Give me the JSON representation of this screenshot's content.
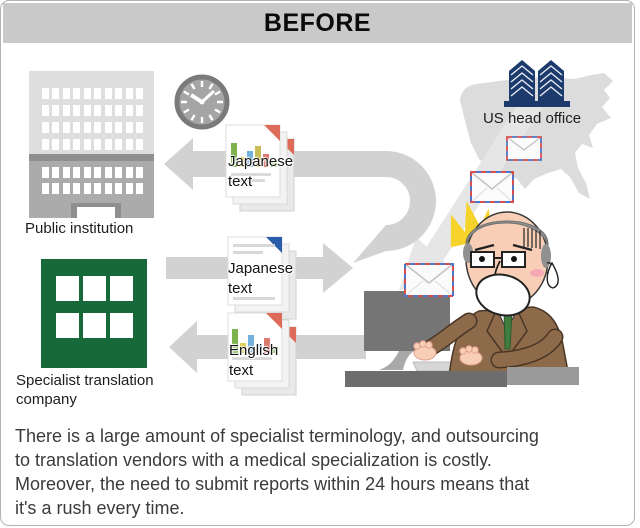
{
  "header": {
    "title": "BEFORE"
  },
  "diagram": {
    "us_head_office": {
      "label": "US head office"
    },
    "public_institution": {
      "label": "Public institution"
    },
    "translation_company": {
      "label_lines": [
        "Specialist translation",
        "company"
      ]
    },
    "documents": {
      "japanese_to_public": {
        "lines": [
          "Japanese",
          "text"
        ]
      },
      "japanese_from_company": {
        "lines": [
          "Japanese",
          "text"
        ]
      },
      "english_to_company": {
        "lines": [
          "English",
          "text"
        ]
      }
    },
    "colors": {
      "header_bar": "#c9c9c9",
      "arrow_gray": "#d2d2d2",
      "company_green": "#17693a",
      "office_navy": "#1c3a6b",
      "alert_yellow": "#f6d32b",
      "suit_brown": "#8d6b4a",
      "tie_green": "#3e7d3e",
      "document_fold_red": "#dd6b57",
      "document_fold_blue": "#2b5cab"
    },
    "icons": [
      "clock-icon",
      "airmail-envelope-icon",
      "document-stack-icon",
      "us-map-icon",
      "office-towers-icon",
      "uturn-arrow-icon",
      "left-arrow-icon",
      "right-arrow-icon",
      "worker-at-computer-illustration"
    ]
  },
  "caption": {
    "lines": [
      "There is a large amount of specialist terminology, and outsourcing",
      "to translation vendors with a medical specialization is costly.",
      "Moreover, the need to submit reports within 24 hours means that",
      "it's a rush every time."
    ]
  }
}
